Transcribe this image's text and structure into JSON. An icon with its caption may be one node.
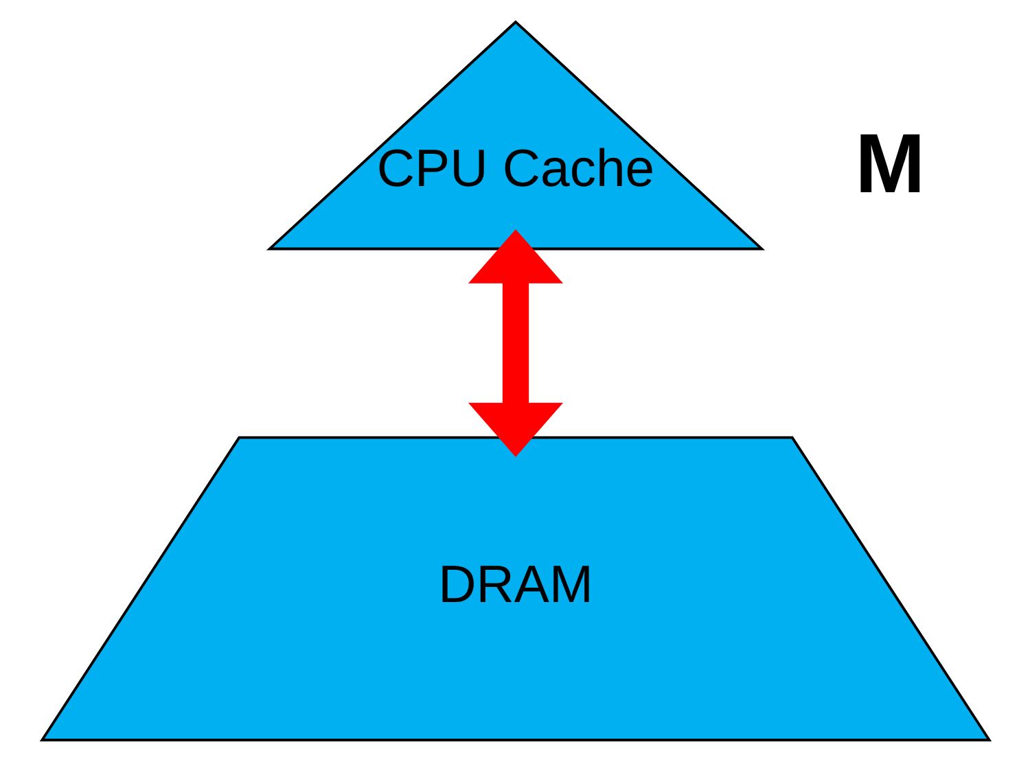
{
  "diagram": {
    "nodes": [
      {
        "text": [
          "CPU Cache"
        ]
      },
      {
        "text": [
          "DRAM"
        ]
      }
    ],
    "edges": [
      {
        "from": 0,
        "to": 1,
        "arrow": "both",
        "color": "#ff0000"
      }
    ],
    "labels": [
      "M"
    ]
  }
}
